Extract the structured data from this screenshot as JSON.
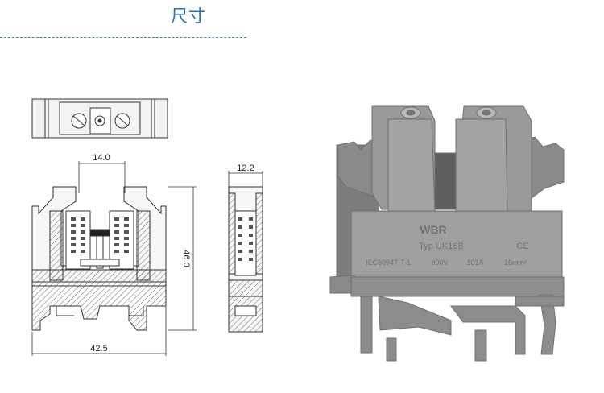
{
  "section": {
    "title": "尺寸"
  },
  "drawing": {
    "dim_top_width": "14.0",
    "dim_side_width": "12.2",
    "dim_height": "46.0",
    "dim_total_width": "42.5"
  },
  "product": {
    "brand": "WBR",
    "model": "Typ  UK16B",
    "standard": "IEC60947-7-1",
    "voltage": "800V",
    "current": "101A",
    "section": "16mm²",
    "cert_mark": "CE",
    "body_color": "#8f8f8f"
  }
}
